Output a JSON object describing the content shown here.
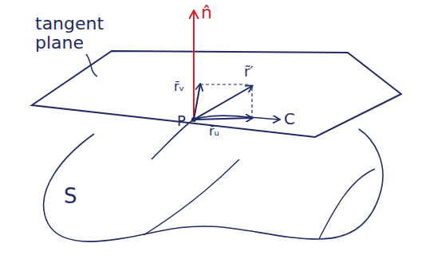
{
  "diagram": {
    "labels": [
      "tangent plane",
      "n̂",
      "r̄ᵥ",
      "r̃′",
      "P",
      "r̄ᵤ",
      "C",
      "S"
    ]
  }
}
